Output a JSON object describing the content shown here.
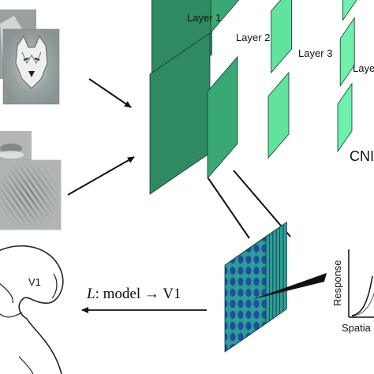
{
  "layers": [
    "Layer 1",
    "Layer 2",
    "Layer 3",
    "Laye"
  ],
  "cnn_label": "CNI",
  "brain_label": "V1",
  "mapping": {
    "prefix": "L",
    "text": ": model → V1"
  },
  "plot": {
    "ylabel": "Response",
    "xlabel": "Spatia"
  },
  "icons": [
    "wolf-photo",
    "gabor-patch",
    "grating-patch",
    "brain-outline",
    "electrode-probe"
  ],
  "colors": {
    "layer1": "#2f8a62",
    "layer2": "#3aa876",
    "layer3": "#5fe39d",
    "layer4": "#6ff0ac",
    "v1_block": "#2e9c98",
    "v1_blobs": "#1e4f9e"
  }
}
